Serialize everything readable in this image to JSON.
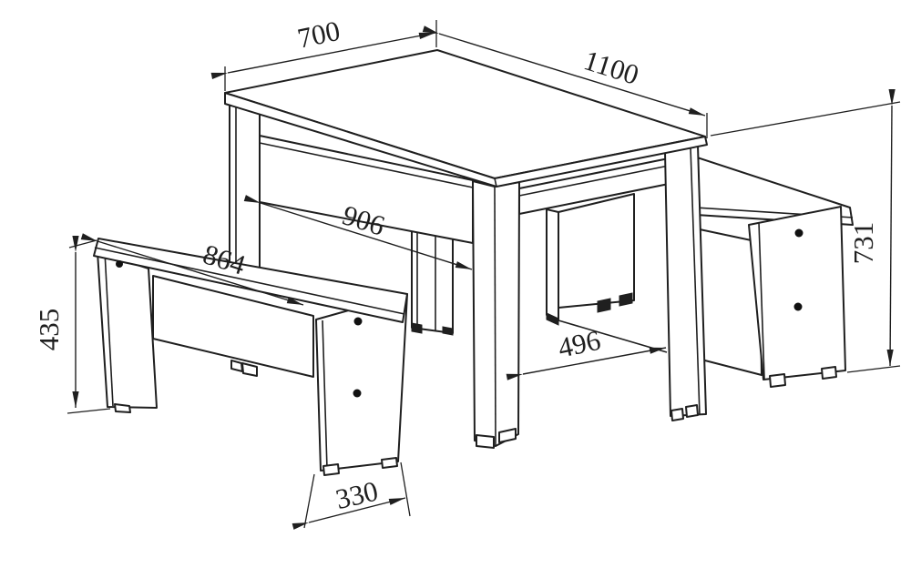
{
  "drawing": {
    "colors": {
      "line": "#1f1f1f",
      "background": "#ffffff"
    },
    "dimensions": {
      "table_top_width": "700",
      "table_top_length": "1100",
      "table_apron_span": "906",
      "bench_length": "864",
      "bench_height": "435",
      "table_leg_span": "496",
      "bench_depth": "330",
      "table_height": "731"
    }
  }
}
